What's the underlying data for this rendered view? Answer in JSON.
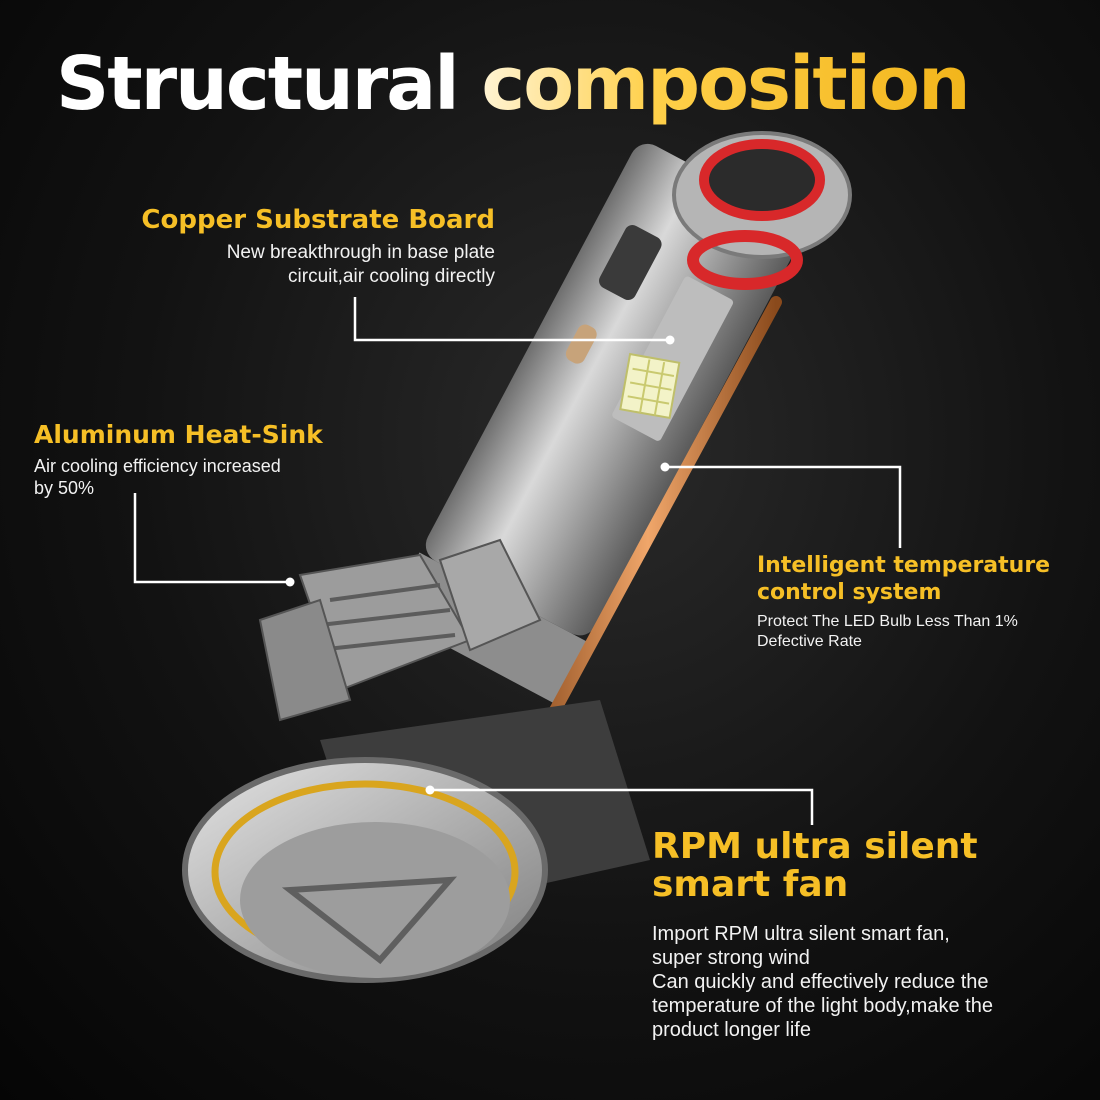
{
  "title": {
    "part1": "Structural",
    "part2": "composition"
  },
  "callouts": {
    "copper": {
      "title": "Copper Substrate Board",
      "line1": "New breakthrough in base plate",
      "line2": "circuit,air cooling directly"
    },
    "aluminum": {
      "title": "Aluminum Heat-Sink",
      "line1": "Air cooling efficiency increased",
      "line2": "by 50%"
    },
    "temperature": {
      "title": "Intelligent temperature control system",
      "desc": "Protect The LED Bulb Less Than 1% Defective Rate"
    },
    "fan": {
      "title": "RPM ultra silent smart fan",
      "line1": "Import RPM ultra silent smart fan,",
      "line2": "super strong wind",
      "line3": "Can quickly and effectively reduce the",
      "line4": "temperature of the light body,make the",
      "line5": "product longer life"
    }
  },
  "colors": {
    "accent": "#f6bf26",
    "background": "#111111",
    "text": "#ffffff",
    "leader_line": "#ffffff"
  }
}
